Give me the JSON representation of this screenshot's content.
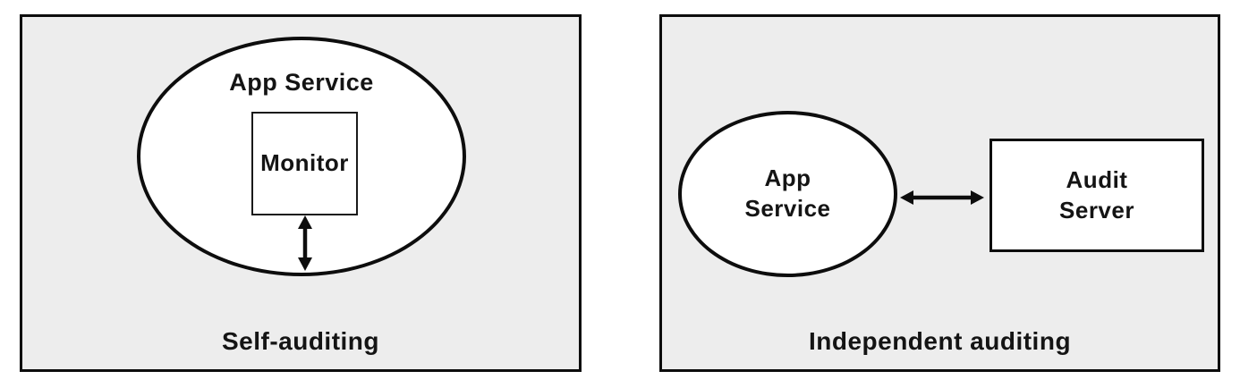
{
  "diagram": {
    "left_panel": {
      "ellipse_label": "App Service",
      "monitor_label": "Monitor",
      "caption": "Self-auditing",
      "arrow": "vertical-double-arrow"
    },
    "right_panel": {
      "ellipse_label": "App\nService",
      "server_label": "Audit\nServer",
      "caption": "Independent auditing",
      "arrow": "horizontal-double-arrow"
    },
    "colors": {
      "panel_background": "#ededed",
      "stroke": "#0d0d0d",
      "shape_fill": "#ffffff",
      "text": "#141414"
    }
  }
}
